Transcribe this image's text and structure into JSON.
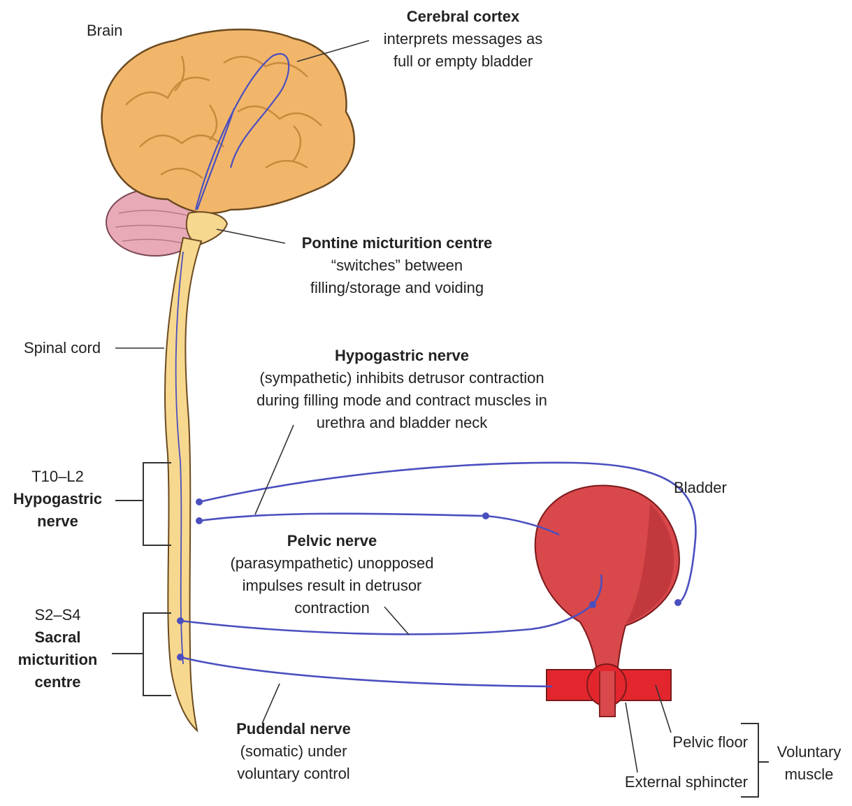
{
  "labels": {
    "brain": "Brain",
    "cortex_title": "Cerebral cortex",
    "cortex_l1": "interprets messages as",
    "cortex_l2": "full or empty bladder",
    "pontine_title": "Pontine micturition centre",
    "pontine_l1": "“switches” between",
    "pontine_l2": "filling/storage and voiding",
    "spinal_cord": "Spinal cord",
    "hypo_title": "Hypogastric nerve",
    "hypo_l1": "(sympathetic) inhibits detrusor contraction",
    "hypo_l2": "during filling mode and contract muscles in",
    "hypo_l3": "urethra and bladder neck",
    "t10": "T10–L2",
    "hypo_side_1": "Hypogastric",
    "hypo_side_2": "nerve",
    "bladder": "Bladder",
    "pelvic_title": "Pelvic nerve",
    "pelvic_l1": "(parasympathetic) unopposed",
    "pelvic_l2": "impulses result in detrusor",
    "pelvic_l3": "contraction",
    "s2": "S2–S4",
    "sacral_1": "Sacral",
    "sacral_2": "micturition",
    "sacral_3": "centre",
    "pudendal_title": "Pudendal nerve",
    "pudendal_l1": "(somatic) under",
    "pudendal_l2": "voluntary control",
    "pelvic_floor": "Pelvic floor",
    "ext_sphincter": "External sphincter",
    "voluntary_1": "Voluntary",
    "voluntary_2": "muscle"
  },
  "colors": {
    "brain": "#f2b66b",
    "brain_fold": "#c98a3e",
    "cerebellum": "#e9aab8",
    "spinal": "#f7d88f",
    "nerve": "#4a4fbf",
    "bladder": "#d9484b",
    "muscle": "#e3262d"
  }
}
